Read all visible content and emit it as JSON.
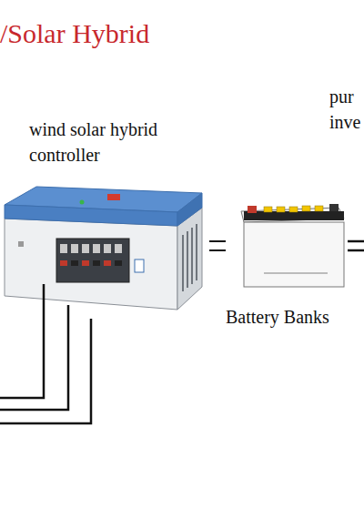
{
  "diagram": {
    "title": "/Solar Hybrid",
    "nodes": [
      {
        "text": [
          "wind solar hybrid controller"
        ]
      },
      {
        "text": [
          "Battery Banks"
        ]
      }
    ],
    "edges": [
      {
        "from": 0,
        "to": 1,
        "arrow": "none"
      }
    ],
    "labels": [
      "pur inve"
    ]
  }
}
